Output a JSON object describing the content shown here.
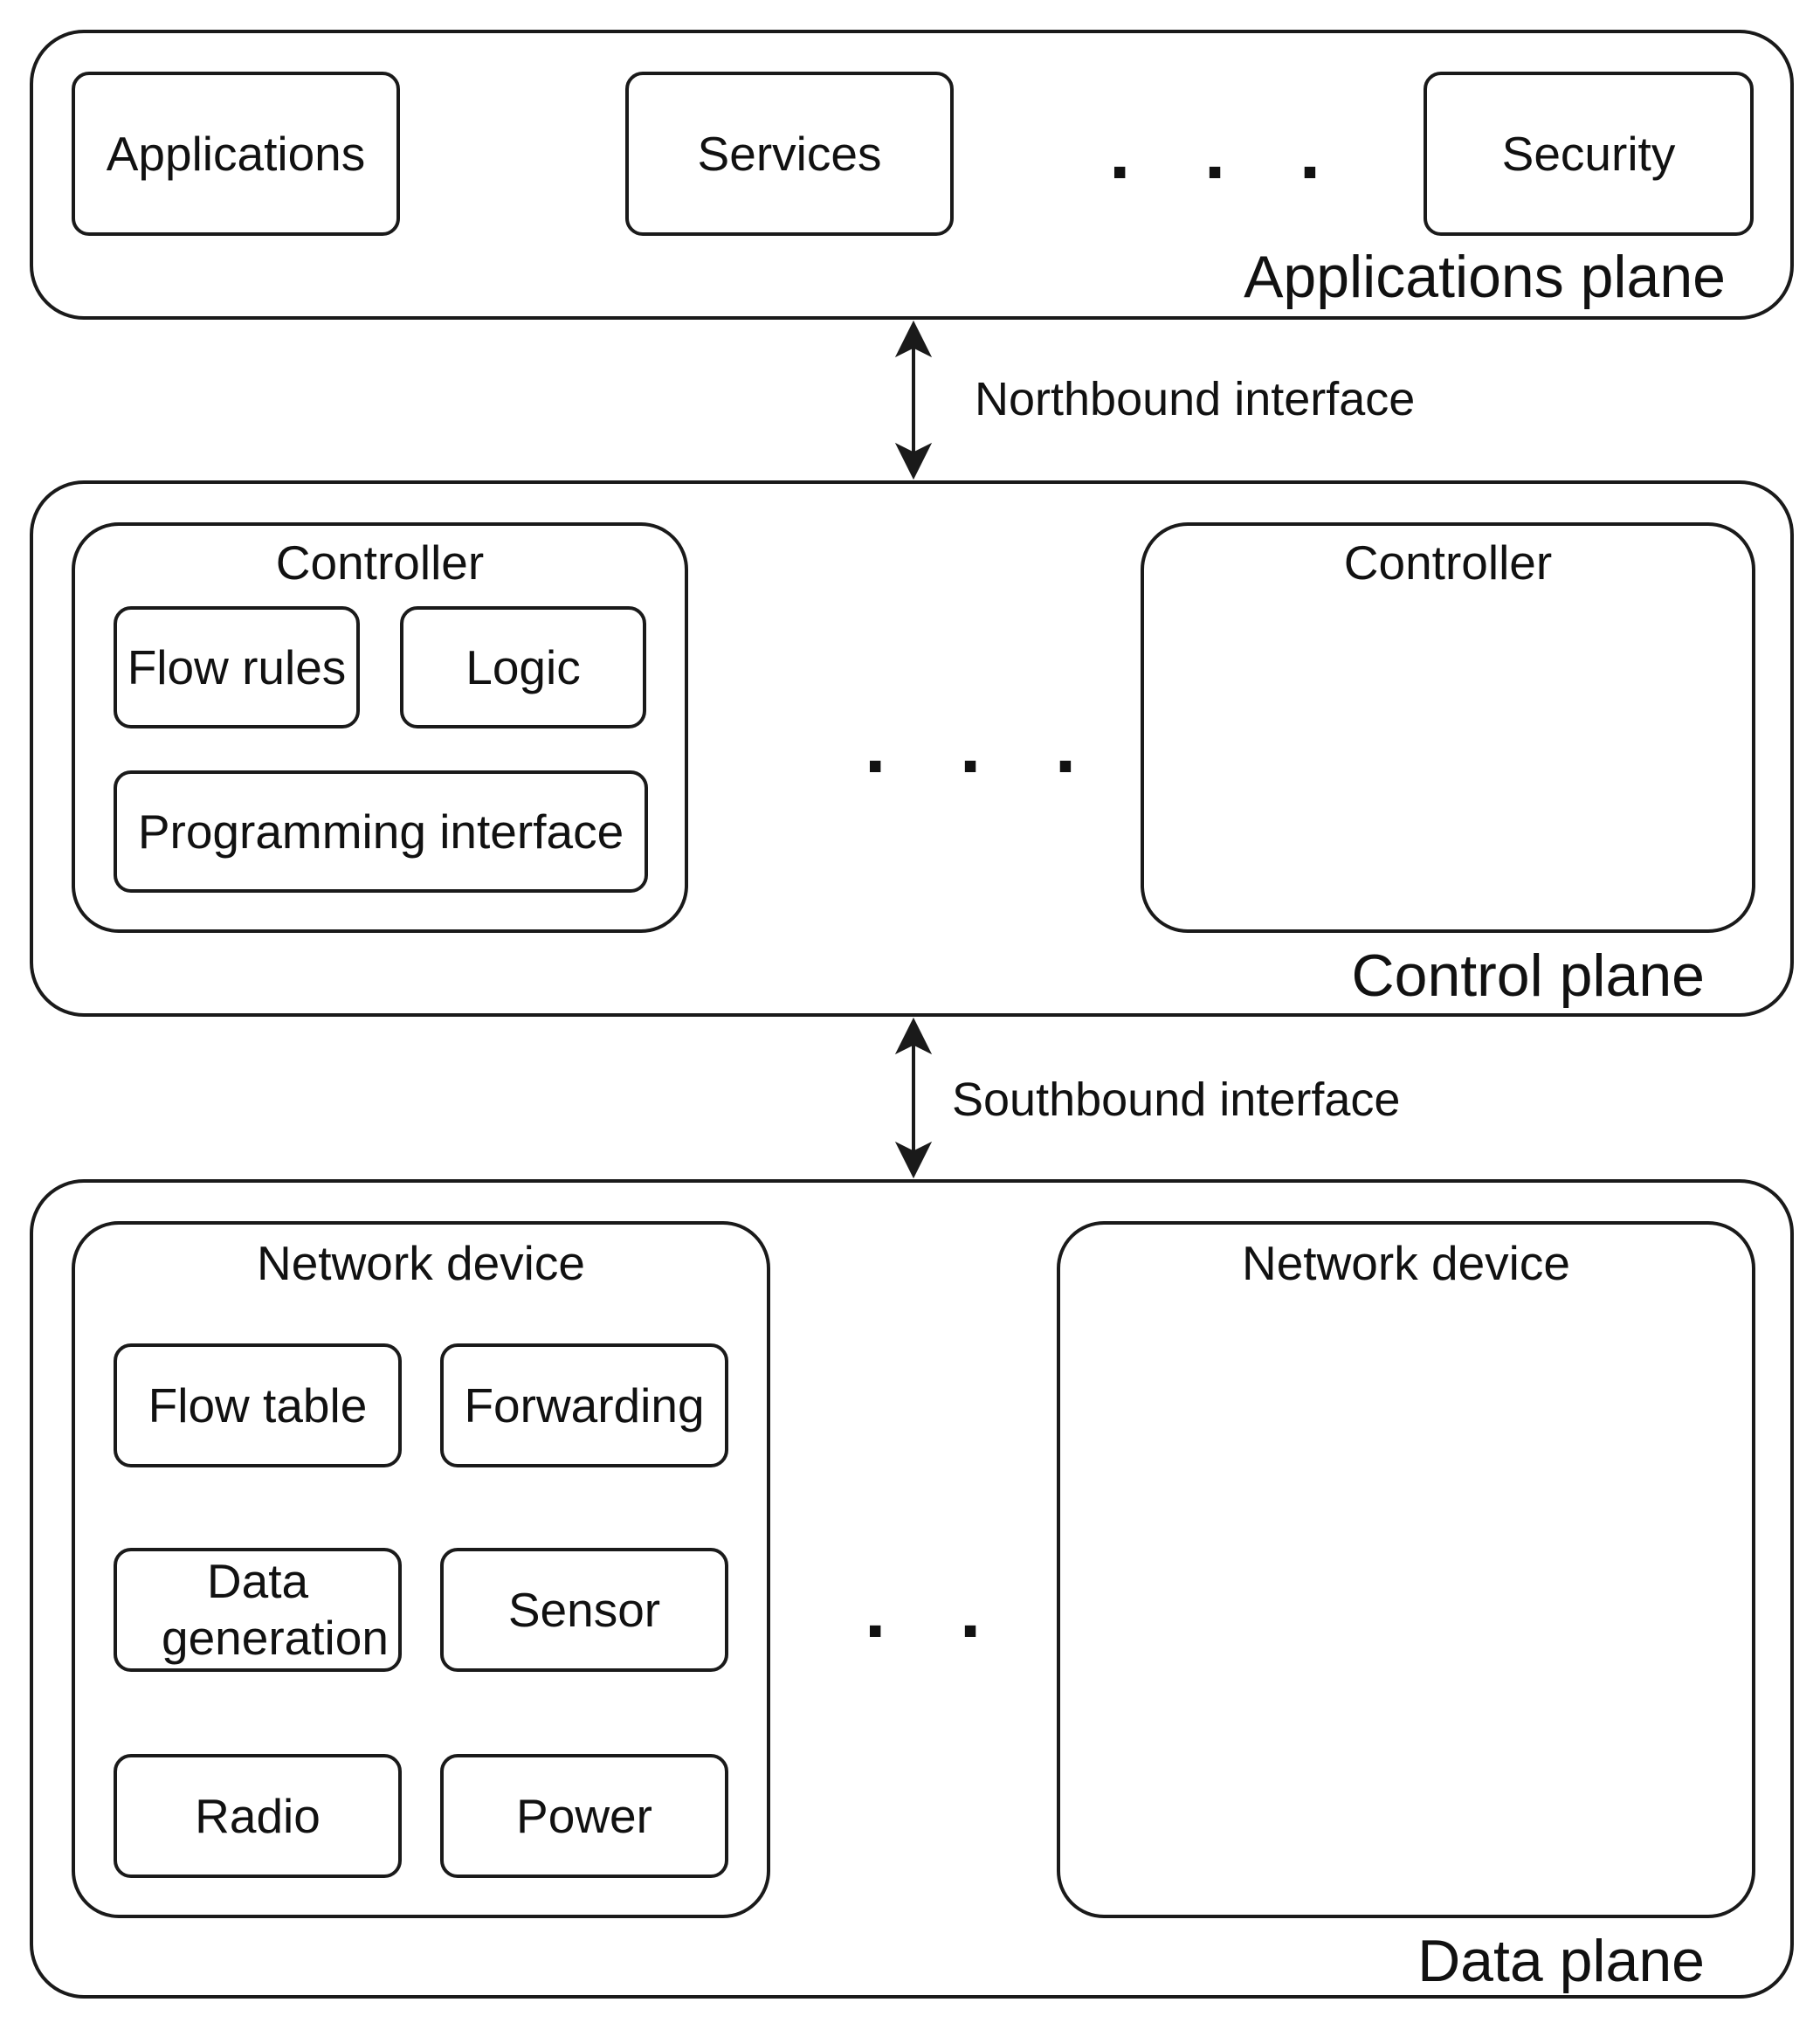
{
  "applications_plane": {
    "label": "Applications plane",
    "items": [
      "Applications",
      "Services",
      "Security"
    ],
    "ellipsis": ". . ."
  },
  "northbound": {
    "label": "Northbound interface"
  },
  "control_plane": {
    "label": "Control plane",
    "controller_left": {
      "title": "Controller",
      "items": [
        "Flow rules",
        "Logic",
        "Programming interface"
      ]
    },
    "controller_right": {
      "title": "Controller"
    },
    "ellipsis": ". . ."
  },
  "southbound": {
    "label": "Southbound interface"
  },
  "data_plane": {
    "label": "Data plane",
    "device_left": {
      "title": "Network device",
      "items": [
        "Flow table",
        "Forwarding",
        "Data generation",
        "Sensor",
        "Radio",
        "Power"
      ]
    },
    "device_right": {
      "title": "Network device"
    },
    "ellipsis": ". . ."
  },
  "colors": {
    "stroke": "#1a1a1a",
    "background": "#ffffff"
  }
}
